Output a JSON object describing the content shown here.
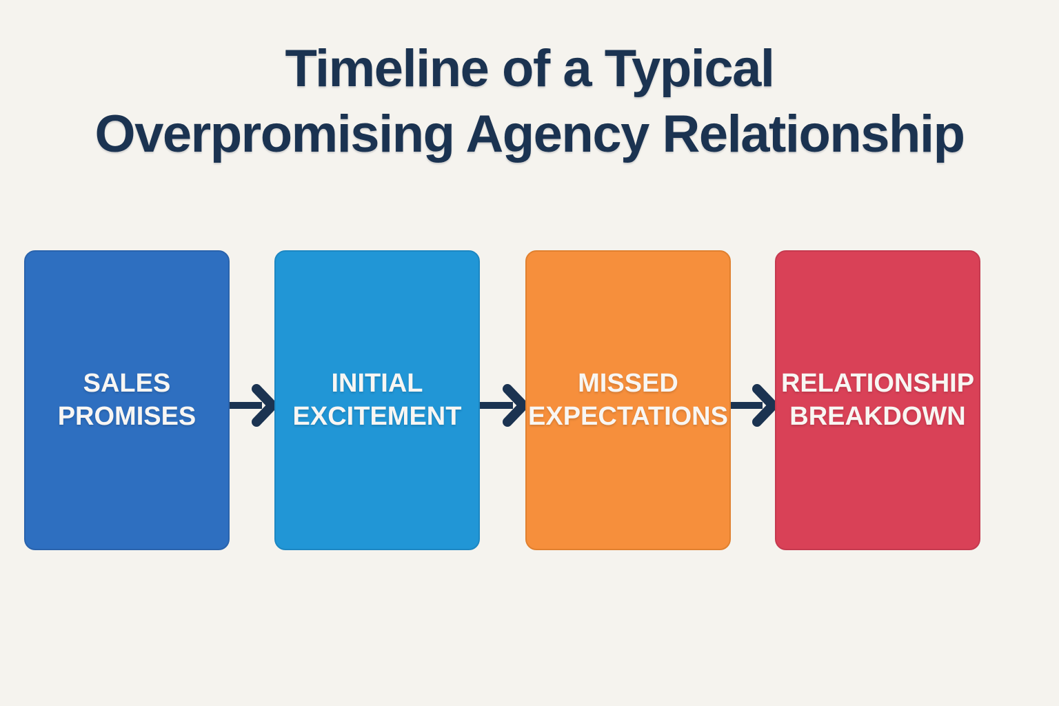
{
  "title": {
    "line1": "Timeline of a Typical",
    "line2": "Overpromising Agency Relationship"
  },
  "stages": [
    {
      "label": "SALES PROMISES",
      "color": "#2e6fc0",
      "border_color": "#2a63ac"
    },
    {
      "label": "INITIAL EXCITEMENT",
      "color": "#2196d6",
      "border_color": "#1d87c2"
    },
    {
      "label": "MISSED EXPECTATIONS",
      "color": "#f68f3c",
      "border_color": "#e0802f"
    },
    {
      "label": "RELATIONSHIP BREAKDOWN",
      "color": "#d94157",
      "border_color": "#c53a4f"
    }
  ],
  "colors": {
    "background": "#f5f3ee",
    "title_text": "#1b3351",
    "arrow": "#1b3351",
    "stage_text": "#f8f6f3"
  }
}
